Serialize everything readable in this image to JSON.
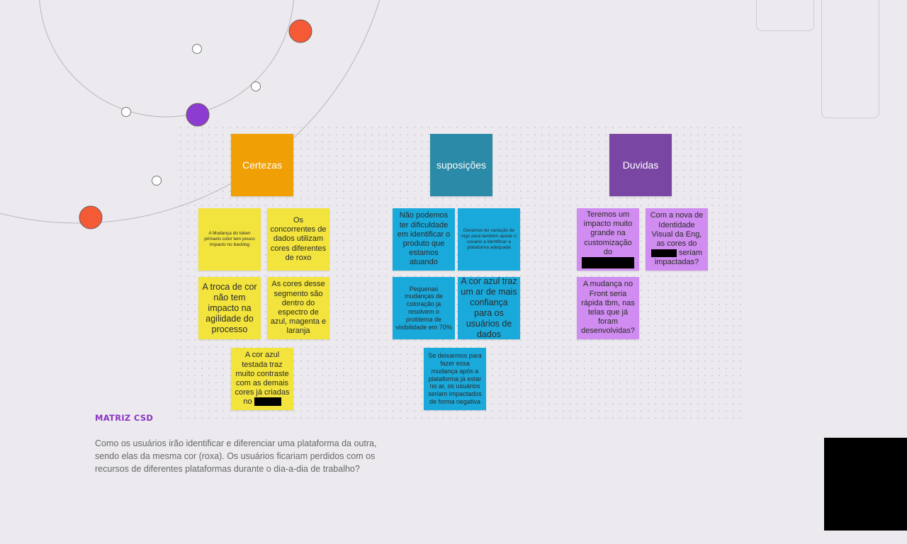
{
  "headers": {
    "certezas": "Certezas",
    "suposicoes": "suposições",
    "duvidas": "Duvidas"
  },
  "colors": {
    "certezas_header": "#f0a005",
    "suposicoes_header": "#2a8aa8",
    "duvidas_header": "#7a46a4",
    "sticky_yellow": "#f2e43d",
    "sticky_blue": "#1aa9db",
    "sticky_purple": "#d08cf0",
    "accent_orange": "#f45a35",
    "accent_purple": "#8c3cd0"
  },
  "certezas": {
    "note1": "A Mudança do token primario color tem pouco impacto no backlog",
    "note2": "Os concorrentes de dados utilizam cores diferentes de roxo",
    "note3": "A troca de cor não tem impacto na agilidade do processo",
    "note4": "As cores desse segmento são dentro do espectro de azul, magenta e laranja",
    "note5_before": "A cor azul testada traz muito contraste com as demais cores já criadas no"
  },
  "suposicoes": {
    "note1": "Não podemos ter dificuldade em identificar o produto que estamos atuando",
    "note2": "Devemos ter variação de logo para também apoiar o usuario a identificar a plataforma adequada",
    "note3": "Pequenas mudanças de coloração ja resolvem o problema de visibilidade em 70%",
    "note4": "A cor azul traz um ar de mais confiança para os usuários de dados",
    "note5": "Se deixarmos para fazer essa mudança após a plataforma já estar no ar, os usuários seriam impactados de forma negativa"
  },
  "duvidas": {
    "note1_before": "Teremos um impacto muito grande na customização do",
    "note2_before": "Com a nova de Identidade Visual da Eng, as cores do",
    "note2_after": "seriam impactadas?",
    "note3": "A mudança no Front seria rápida tbm, nas telas que já foram desenvolvidas?"
  },
  "matrix": {
    "title": "MATRIZ CSD",
    "description": "Como os usuários irão identificar e diferenciar uma plataforma da outra, sendo elas da mesma cor (roxa). Os usuários ficariam perdidos com os recursos de diferentes plataformas durante o dia-a-dia de trabalho?"
  }
}
